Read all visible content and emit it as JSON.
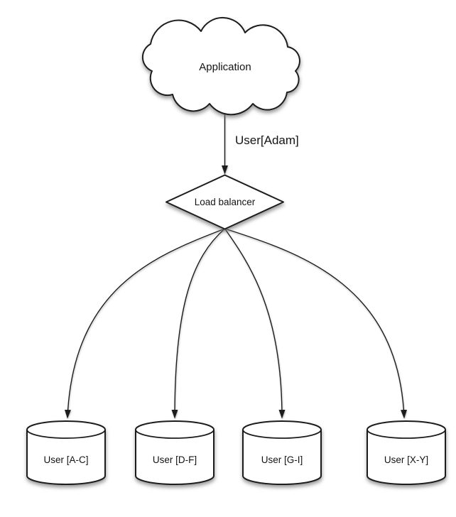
{
  "diagram": {
    "app_node": {
      "label": "Application"
    },
    "request_edge": {
      "label": "User[Adam]"
    },
    "load_balancer": {
      "label": "Load balancer"
    },
    "shards": [
      {
        "label": "User [A-C]"
      },
      {
        "label": "User [D-F]"
      },
      {
        "label": "User [G-I]"
      },
      {
        "label": "User [X-Y]"
      }
    ],
    "colors": {
      "stroke": "#1a1a1a",
      "fill": "#ffffff",
      "background": "#ffffff",
      "shadow": "#7a7a7a"
    }
  }
}
